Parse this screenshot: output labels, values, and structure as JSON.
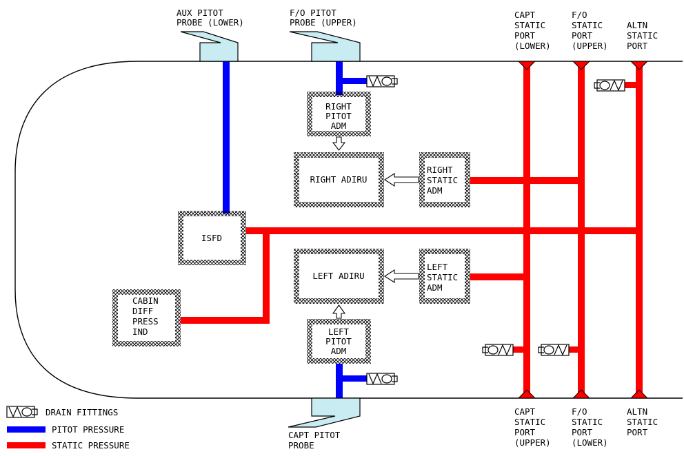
{
  "probes": {
    "aux": [
      "AUX PITOT",
      "PROBE (LOWER)"
    ],
    "fo": [
      "F/O PITOT",
      "PROBE (UPPER)"
    ],
    "capt": [
      "CAPT PITOT",
      "PROBE"
    ]
  },
  "static_ports": {
    "capt_lower": [
      "CAPT",
      "STATIC",
      "PORT",
      "(LOWER)"
    ],
    "fo_upper": [
      "F/O",
      "STATIC",
      "PORT",
      "(UPPER)"
    ],
    "altn_top": [
      "ALTN",
      "STATIC",
      "PORT"
    ],
    "capt_upper": [
      "CAPT",
      "STATIC",
      "PORT",
      "(UPPER)"
    ],
    "fo_lower": [
      "F/O",
      "STATIC",
      "PORT",
      "(LOWER)"
    ],
    "altn_bottom": [
      "ALTN",
      "STATIC",
      "PORT"
    ]
  },
  "components": {
    "right_pitot_adm": [
      "RIGHT",
      "PITOT",
      "ADM"
    ],
    "right_adiru": [
      "RIGHT ADIRU"
    ],
    "right_static_adm": [
      "RIGHT",
      "STATIC",
      "ADM"
    ],
    "isfd": [
      "ISFD"
    ],
    "left_adiru": [
      "LEFT ADIRU"
    ],
    "left_static_adm": [
      "LEFT",
      "STATIC",
      "ADM"
    ],
    "cabin_diff": [
      "CABIN",
      "DIFF",
      "PRESS",
      "IND"
    ],
    "left_pitot_adm": [
      "LEFT",
      "PITOT",
      "ADM"
    ]
  },
  "legend": {
    "drain": "DRAIN FITTINGS",
    "pitot": "PITOT PRESSURE",
    "static": "STATIC PRESSURE"
  },
  "colors": {
    "pitot": "#0000ff",
    "static": "#ff0000",
    "probe": "#c8ecf2"
  }
}
